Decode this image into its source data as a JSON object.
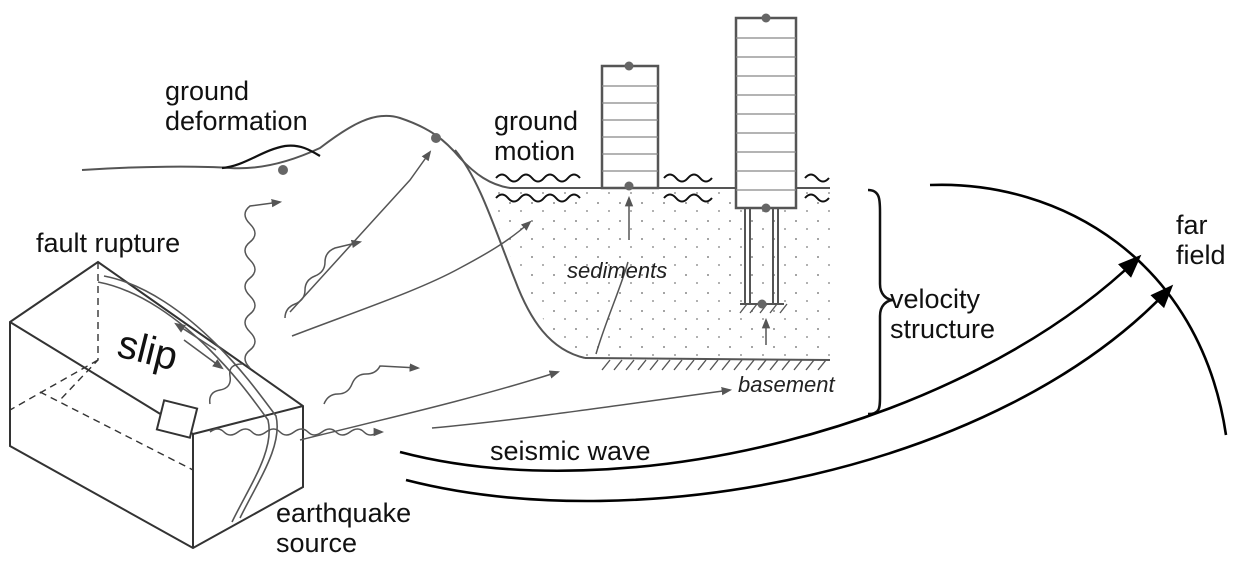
{
  "labels": {
    "ground_deformation": [
      "ground",
      "deformation"
    ],
    "ground_motion": [
      "ground",
      "motion"
    ],
    "fault_rupture": "fault rupture",
    "slip": "slip",
    "sediments": "sediments",
    "basement": "basement",
    "velocity_structure": [
      "velocity",
      "structure"
    ],
    "far_field": [
      "far",
      "field"
    ],
    "seismic_wave": "seismic wave",
    "earthquake_source": [
      "earthquake",
      "source"
    ]
  },
  "colors": {
    "line": "#222222",
    "gray": "#555555",
    "dot": "#666666"
  }
}
